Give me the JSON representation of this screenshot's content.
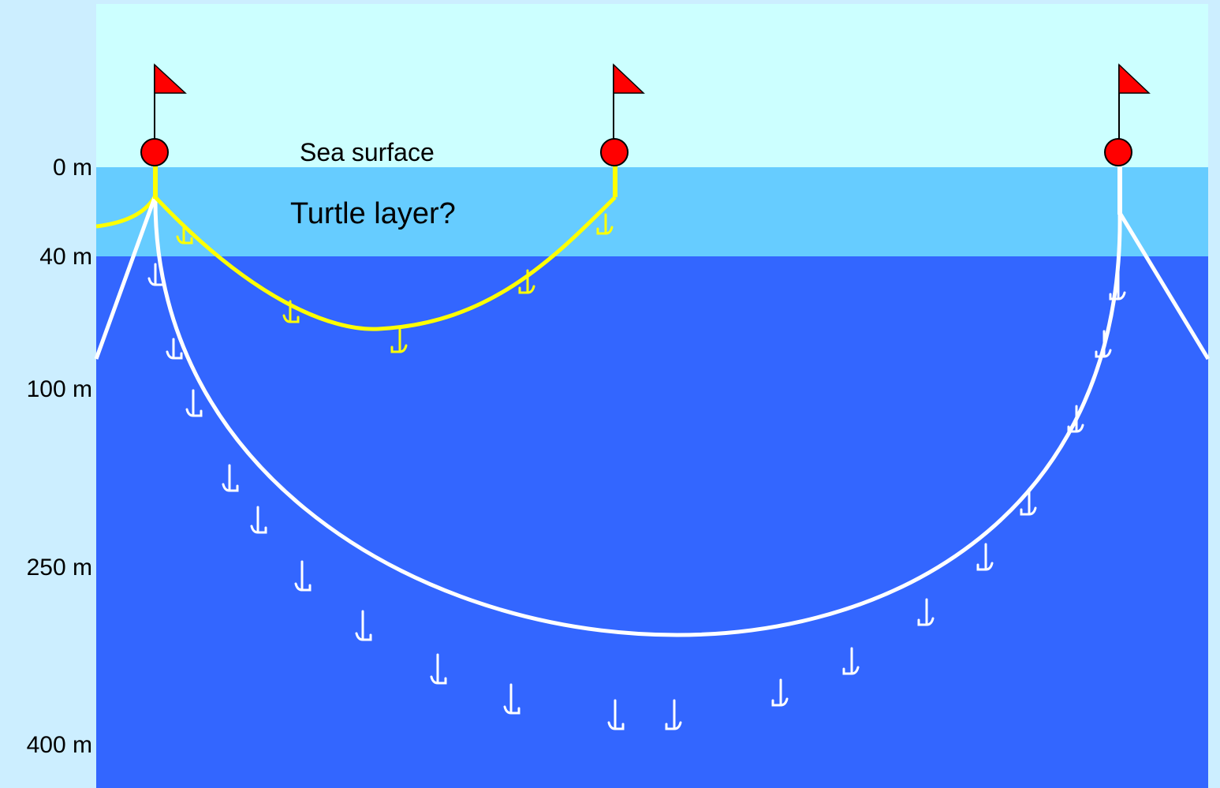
{
  "labels": {
    "sea_surface": "Sea surface",
    "turtle_layer": "Turtle layer?"
  },
  "depth_axis": [
    "0 m",
    "40 m",
    "100 m",
    "250 m",
    "400 m"
  ],
  "colors": {
    "page_background": "#cceeff",
    "sky": "#ccffff",
    "turtle_layer_water": "#66ccff",
    "deep_water": "#3366ff",
    "shallow_line": "#ffff00",
    "deep_line": "#ffffff",
    "buoy": "#ff0000",
    "flag": "#ff0000"
  },
  "legend_items": {
    "float_icon": "float-buoy-icon",
    "flag_icon": "flag-icon",
    "hook_icon": "hook-icon"
  }
}
